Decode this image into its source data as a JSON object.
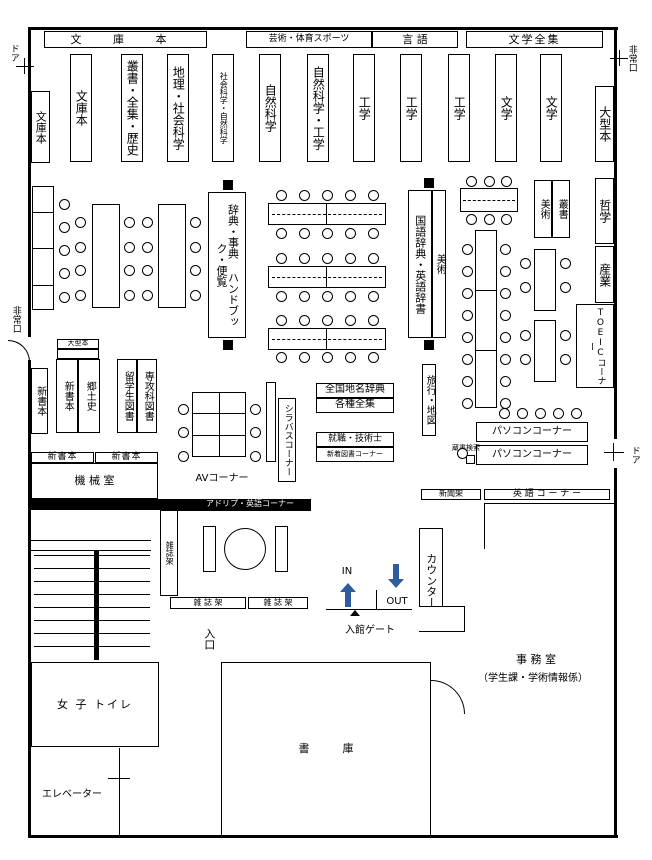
{
  "top_shelves": {
    "bunko": "文 庫 本",
    "arts_sports": "芸術・体育スポーツ",
    "language": "言 語",
    "literature_complete": "文学全集"
  },
  "left_column": {
    "bunko_left": "文庫本",
    "new_books_a": "新書本",
    "oversize_small": "大型本",
    "new_books_b": "新書本",
    "local_history": "郷土史",
    "intl_students": "留学生図書",
    "major_books": "専攻科図書",
    "new_books_tag1": "新書本",
    "new_books_tag2": "新書本"
  },
  "stack_columns": [
    "文庫本",
    "叢書・全集・歴史",
    "地理・社会科学",
    "社会科学・自然科学",
    "自然科学",
    "自然科学・工学",
    "工学",
    "工学",
    "工学",
    "文学",
    "文学"
  ],
  "right_column": {
    "oversize": "大型本",
    "philosophy": "哲学",
    "industry": "産業",
    "toeic": "TOEICコーナー",
    "art": "美術",
    "series": "叢書"
  },
  "center": {
    "dict_handbook": "辞典・事典 ハンドブック・便覧",
    "lang_dicts": "国語辞典・英語辞書",
    "art_mid": "美術",
    "travel_maps": "旅行・地図",
    "place_names": "全国地名辞典",
    "collections": "各種全集",
    "careers": "就職・技術士",
    "new_catalog": "新着図書コーナー",
    "syllabus": "シラバスコーナー",
    "av_corner": "AVコーナー",
    "adrip": "アドリプ・英語コーナー"
  },
  "pc_area": {
    "pc_corner_1": "パソコンコーナー",
    "pc_corner_2": "パソコンコーナー",
    "opac": "蔵書検索",
    "newspaper": "新聞架",
    "english_corner": "英 語 コ ー ナ ー"
  },
  "lower": {
    "machine_room": "機 械 室",
    "magazines_v": "雑誌架",
    "magazines_1": "雑 誌 架",
    "magazines_2": "雑 誌 架",
    "counter": "カウンター",
    "in": "IN",
    "out": "OUT",
    "gate": "入館ゲート",
    "entrance": "入口",
    "office": "事 務 室",
    "office_sub": "（学生課・学術情報係）",
    "womens_toilet": "女 子 トイレ",
    "stacks": "書　　　庫",
    "elevator": "エレベーター"
  },
  "doors": {
    "emergency_tl": "非常口",
    "emergency_l": "非常口",
    "door_tl": "ドア",
    "door_r": "ドア"
  },
  "colors": {
    "arrow": "#2f5c9c"
  }
}
